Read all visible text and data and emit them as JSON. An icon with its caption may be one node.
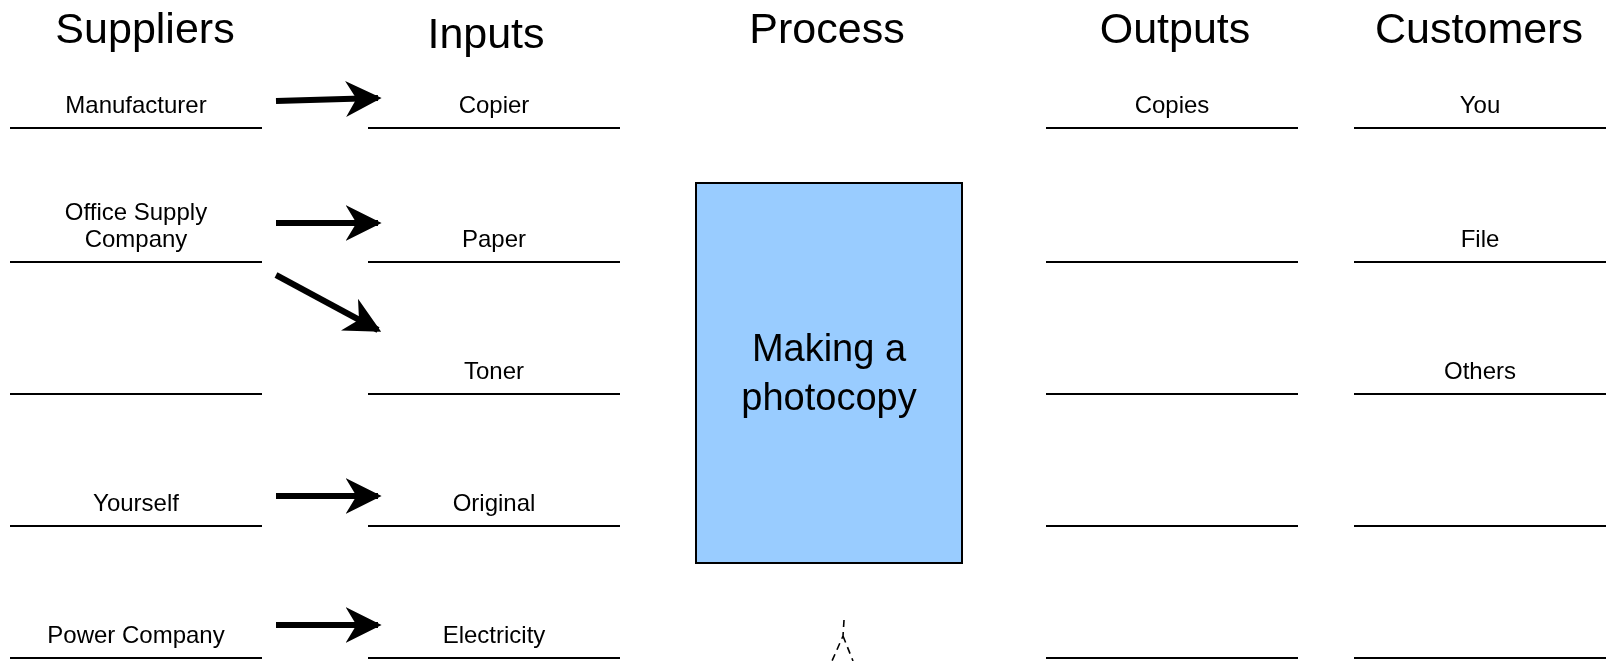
{
  "diagram": {
    "nodes": [
      {
        "text": [
          "Manufacturer"
        ]
      },
      {
        "text": [
          "Copier"
        ]
      },
      {
        "text": [
          "Copies"
        ]
      },
      {
        "text": [
          "You"
        ]
      },
      {
        "text": [
          "Office Supply Company"
        ]
      },
      {
        "text": [
          "Paper"
        ]
      },
      {
        "text": [
          "Making a photocopy"
        ]
      },
      {
        "text": [],
        "shape": "line"
      },
      {
        "text": [
          "File"
        ]
      },
      {
        "text": [],
        "shape": "line"
      },
      {
        "text": [
          "Toner"
        ]
      },
      {
        "text": [],
        "shape": "line"
      },
      {
        "text": [
          "Others"
        ]
      },
      {
        "text": [
          "Yourself"
        ]
      },
      {
        "text": [
          "Original"
        ]
      },
      {
        "text": [],
        "shape": "line"
      },
      {
        "text": [],
        "shape": "line"
      },
      {
        "text": [
          "Power Company"
        ]
      },
      {
        "text": [
          "Electricity"
        ]
      },
      {
        "text": [],
        "shape": "line"
      },
      {
        "text": [],
        "shape": "line"
      }
    ],
    "edges": [
      {
        "from": 0,
        "to": 1,
        "arrow": "to"
      },
      {
        "from": 4,
        "to": 5,
        "arrow": "to"
      },
      {
        "from": 4,
        "to": 10,
        "arrow": "to"
      },
      {
        "from": 13,
        "to": 14,
        "arrow": "to"
      },
      {
        "from": 17,
        "to": 18,
        "arrow": "to"
      }
    ],
    "labels": [
      "Suppliers",
      "Inputs",
      "Process",
      "Outputs",
      "Customers"
    ]
  }
}
